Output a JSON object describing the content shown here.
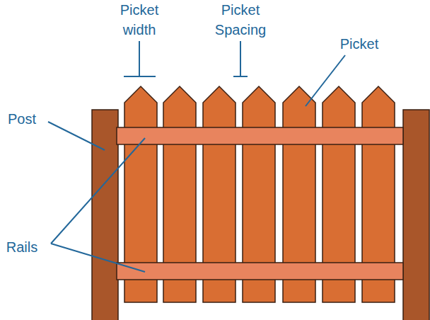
{
  "diagram": {
    "labels": [
      "Picket width",
      "Picket Spacing",
      "Picket",
      "Post",
      "Rails"
    ]
  }
}
